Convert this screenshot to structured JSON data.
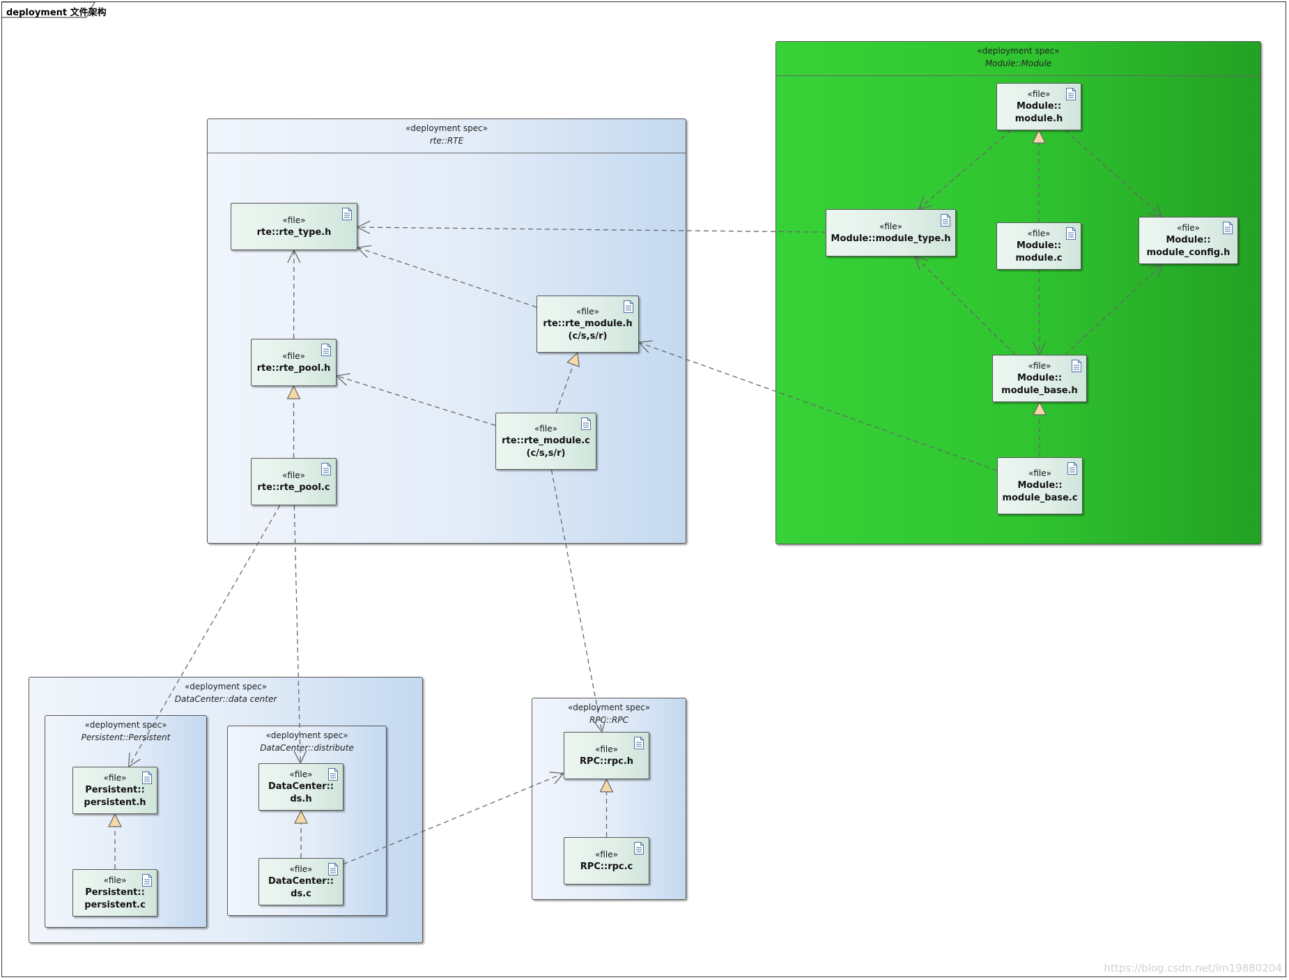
{
  "frame": {
    "title": "deployment 文件架构"
  },
  "packages": {
    "rte": {
      "stereotype": "«deployment spec»",
      "name": "rte::RTE"
    },
    "module": {
      "stereotype": "«deployment spec»",
      "name": "Module::Module"
    },
    "datacenter": {
      "stereotype": "«deployment spec»",
      "name": "DataCenter::data center"
    },
    "persistent": {
      "stereotype": "«deployment spec»",
      "name": "Persistent::Persistent"
    },
    "distribute": {
      "stereotype": "«deployment spec»",
      "name": "DataCenter::distribute"
    },
    "rpc": {
      "stereotype": "«deployment spec»",
      "name": "RPC::RPC"
    }
  },
  "files": {
    "rte_type_h": {
      "stereotype": "«file»",
      "lines": [
        "rte::rte_type.h"
      ]
    },
    "rte_pool_h": {
      "stereotype": "«file»",
      "lines": [
        "rte::rte_pool.h"
      ]
    },
    "rte_pool_c": {
      "stereotype": "«file»",
      "lines": [
        "rte::rte_pool.c"
      ]
    },
    "rte_module_h": {
      "stereotype": "«file»",
      "lines": [
        "rte::rte_module.h",
        "(c/s,s/r)"
      ]
    },
    "rte_module_c": {
      "stereotype": "«file»",
      "lines": [
        "rte::rte_module.c",
        "(c/s,s/r)"
      ]
    },
    "module_h": {
      "stereotype": "«file»",
      "lines": [
        "Module::",
        "module.h"
      ]
    },
    "module_type_h": {
      "stereotype": "«file»",
      "lines": [
        "Module::module_type.h"
      ]
    },
    "module_c": {
      "stereotype": "«file»",
      "lines": [
        "Module::",
        "module.c"
      ]
    },
    "module_config_h": {
      "stereotype": "«file»",
      "lines": [
        "Module::",
        "module_config.h"
      ]
    },
    "module_base_h": {
      "stereotype": "«file»",
      "lines": [
        "Module::",
        "module_base.h"
      ]
    },
    "module_base_c": {
      "stereotype": "«file»",
      "lines": [
        "Module::",
        "module_base.c"
      ]
    },
    "persistent_h": {
      "stereotype": "«file»",
      "lines": [
        "Persistent::",
        "persistent.h"
      ]
    },
    "persistent_c": {
      "stereotype": "«file»",
      "lines": [
        "Persistent::",
        "persistent.c"
      ]
    },
    "ds_h": {
      "stereotype": "«file»",
      "lines": [
        "DataCenter::",
        "ds.h"
      ]
    },
    "ds_c": {
      "stereotype": "«file»",
      "lines": [
        "DataCenter::",
        "ds.c"
      ]
    },
    "rpc_h": {
      "stereotype": "«file»",
      "lines": [
        "RPC::rpc.h"
      ]
    },
    "rpc_c": {
      "stereotype": "«file»",
      "lines": [
        "RPC::rpc.c"
      ]
    }
  },
  "dependencies": [
    {
      "from": "rte_pool_h",
      "to": "rte_type_h"
    },
    {
      "from": "rte_module_h",
      "to": "rte_type_h"
    },
    {
      "from": "module_type_h",
      "to": "rte_type_h"
    },
    {
      "from": "rte_module_c",
      "to": "rte_pool_h"
    },
    {
      "from": "module_base_c",
      "to": "rte_module_h"
    },
    {
      "from": "module_h",
      "to": "module_type_h"
    },
    {
      "from": "module_h",
      "to": "module_config_h"
    },
    {
      "from": "module_base_h",
      "to": "module_type_h"
    },
    {
      "from": "module_base_h",
      "to": "module_config_h"
    },
    {
      "from": "module_c",
      "to": "module_base_h"
    },
    {
      "from": "rte_pool_c",
      "to": "persistent_h"
    },
    {
      "from": "rte_pool_c",
      "to": "ds_h"
    },
    {
      "from": "rte_module_c",
      "to": "rpc_h"
    },
    {
      "from": "ds_c",
      "to": "rpc_h"
    }
  ],
  "realizations": [
    {
      "from": "rte_pool_c",
      "to": "rte_pool_h"
    },
    {
      "from": "rte_module_c",
      "to": "rte_module_h"
    },
    {
      "from": "module_c",
      "to": "module_h"
    },
    {
      "from": "module_base_c",
      "to": "module_base_h"
    },
    {
      "from": "persistent_c",
      "to": "persistent_h"
    },
    {
      "from": "ds_c",
      "to": "ds_h"
    },
    {
      "from": "rpc_c",
      "to": "rpc_h"
    }
  ],
  "watermark": "https://blog.csdn.net/lm19880204",
  "colors": {
    "module_package": "#2fc42f",
    "blue_package": "#c4d9f0",
    "file_node": "#e0efe8",
    "realization_head": "#f7d9a8",
    "line": "#666666"
  }
}
